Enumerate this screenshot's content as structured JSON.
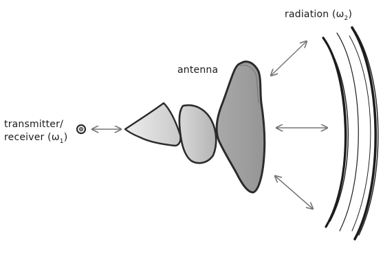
{
  "labels": {
    "radiation": "radiation (ω",
    "radiation_sub": "2",
    "radiation_close": ")",
    "antenna": "antenna",
    "transmitter_line1": "transmitter/",
    "transmitter_line2": "receiver (ω",
    "transmitter_sub": "1",
    "transmitter_close": ")"
  },
  "colors": {
    "outline": "#2b2b2b",
    "arrow": "#777777",
    "segment_light": "#dcdcdc",
    "segment_mid": "#c4c4c4",
    "segment_dark": "#9e9e9e",
    "wave": "#1d1d1d"
  }
}
